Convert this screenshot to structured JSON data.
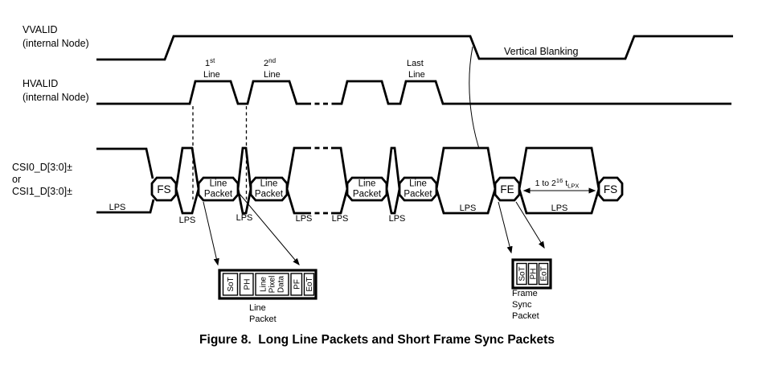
{
  "figure": {
    "caption": "Figure 8.  Long Line Packets and Short Frame Sync Packets"
  },
  "signals": {
    "vvalid": {
      "label": "VVALID",
      "sublabel": "(internal Node)"
    },
    "hvalid": {
      "label": "HVALID",
      "sublabel": "(internal Node)"
    },
    "data": {
      "label_line1": "CSI0_D[3:0]±",
      "label_line2": "or",
      "label_line3": "CSI1_D[3:0]±"
    }
  },
  "annotations": {
    "vertical_blanking": "Vertical Blanking",
    "line_markers": [
      {
        "num": "1",
        "sup": "st",
        "word": "Line"
      },
      {
        "num": "2",
        "sup": "nd",
        "word": "Line"
      },
      {
        "num": "Last",
        "sup": "",
        "word": "Line"
      }
    ],
    "tlpx": {
      "pre": "1 to 2",
      "exp": "16",
      "unit": "t",
      "unit_sub": "LPX"
    }
  },
  "data_lane": {
    "lps": "LPS",
    "packets": {
      "fs": "FS",
      "fe": "FE",
      "line_packet_line1": "Line",
      "line_packet_line2": "Packet"
    }
  },
  "line_packet_detail": {
    "cells": [
      "SoT",
      "PH",
      [
        "Line",
        "Pixel",
        "Data"
      ],
      "PF",
      "EoT"
    ],
    "caption": [
      "Line",
      "Packet"
    ]
  },
  "frame_sync_detail": {
    "cells": [
      "SoT",
      "PH",
      "EoT"
    ],
    "caption": [
      "Frame",
      "Sync",
      "Packet"
    ]
  },
  "colors": {
    "line": "#000000",
    "background": "#ffffff"
  }
}
